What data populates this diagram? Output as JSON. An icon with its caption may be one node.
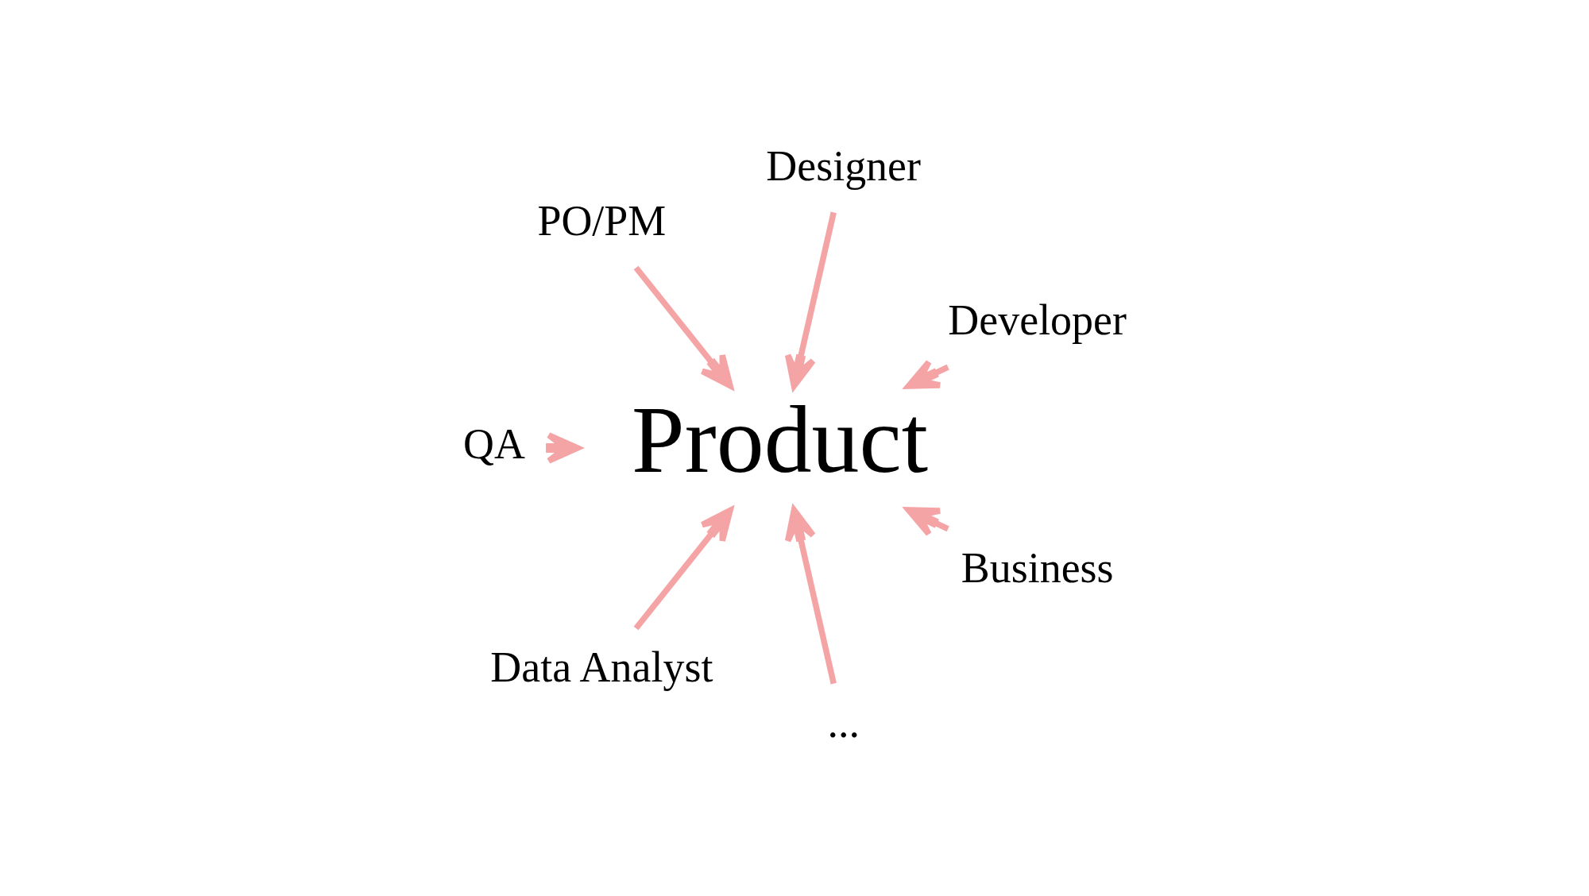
{
  "diagram": {
    "nodes": [
      {
        "text": [
          "Product"
        ]
      },
      {
        "text": [
          "Developer"
        ]
      },
      {
        "text": [
          "Designer"
        ]
      },
      {
        "text": [
          "PO/PM"
        ]
      },
      {
        "text": [
          "QA"
        ]
      },
      {
        "text": [
          "Data Analyst"
        ]
      },
      {
        "text": [
          "..."
        ]
      },
      {
        "text": [
          "Business"
        ]
      }
    ],
    "edges": [
      {
        "from": 1,
        "to": 0,
        "arrow": "to"
      },
      {
        "from": 2,
        "to": 0,
        "arrow": "to"
      },
      {
        "from": 3,
        "to": 0,
        "arrow": "to"
      },
      {
        "from": 4,
        "to": 0,
        "arrow": "to"
      },
      {
        "from": 5,
        "to": 0,
        "arrow": "to"
      },
      {
        "from": 6,
        "to": 0,
        "arrow": "to"
      },
      {
        "from": 7,
        "to": 0,
        "arrow": "to"
      }
    ]
  }
}
